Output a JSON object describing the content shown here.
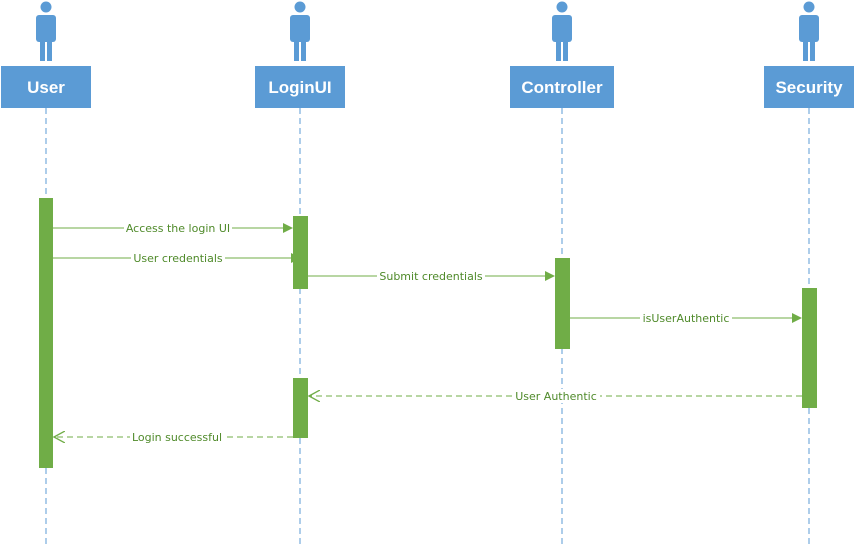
{
  "diagram": {
    "actors": [
      {
        "label": "User"
      },
      {
        "label": "LoginUI"
      },
      {
        "label": "Controller"
      },
      {
        "label": "Security"
      }
    ],
    "messages": [
      {
        "label": "Access the login UI",
        "from": "User",
        "to": "LoginUI",
        "style": "solid"
      },
      {
        "label": "User credentials",
        "from": "User",
        "to": "LoginUI",
        "style": "solid"
      },
      {
        "label": "Submit credentials",
        "from": "LoginUI",
        "to": "Controller",
        "style": "solid"
      },
      {
        "label": "isUserAuthentic",
        "from": "Controller",
        "to": "Security",
        "style": "solid"
      },
      {
        "label": "User Authentic",
        "from": "Security",
        "to": "LoginUI",
        "style": "dashed"
      },
      {
        "label": "Login successful",
        "from": "LoginUI",
        "to": "User",
        "style": "dashed"
      }
    ],
    "colors": {
      "actor_fill": "#5b9bd5",
      "lifeline": "#5b9bd5",
      "activation": "#70ad47",
      "message": "#70ad47",
      "message_text": "#4f8a2a"
    }
  }
}
